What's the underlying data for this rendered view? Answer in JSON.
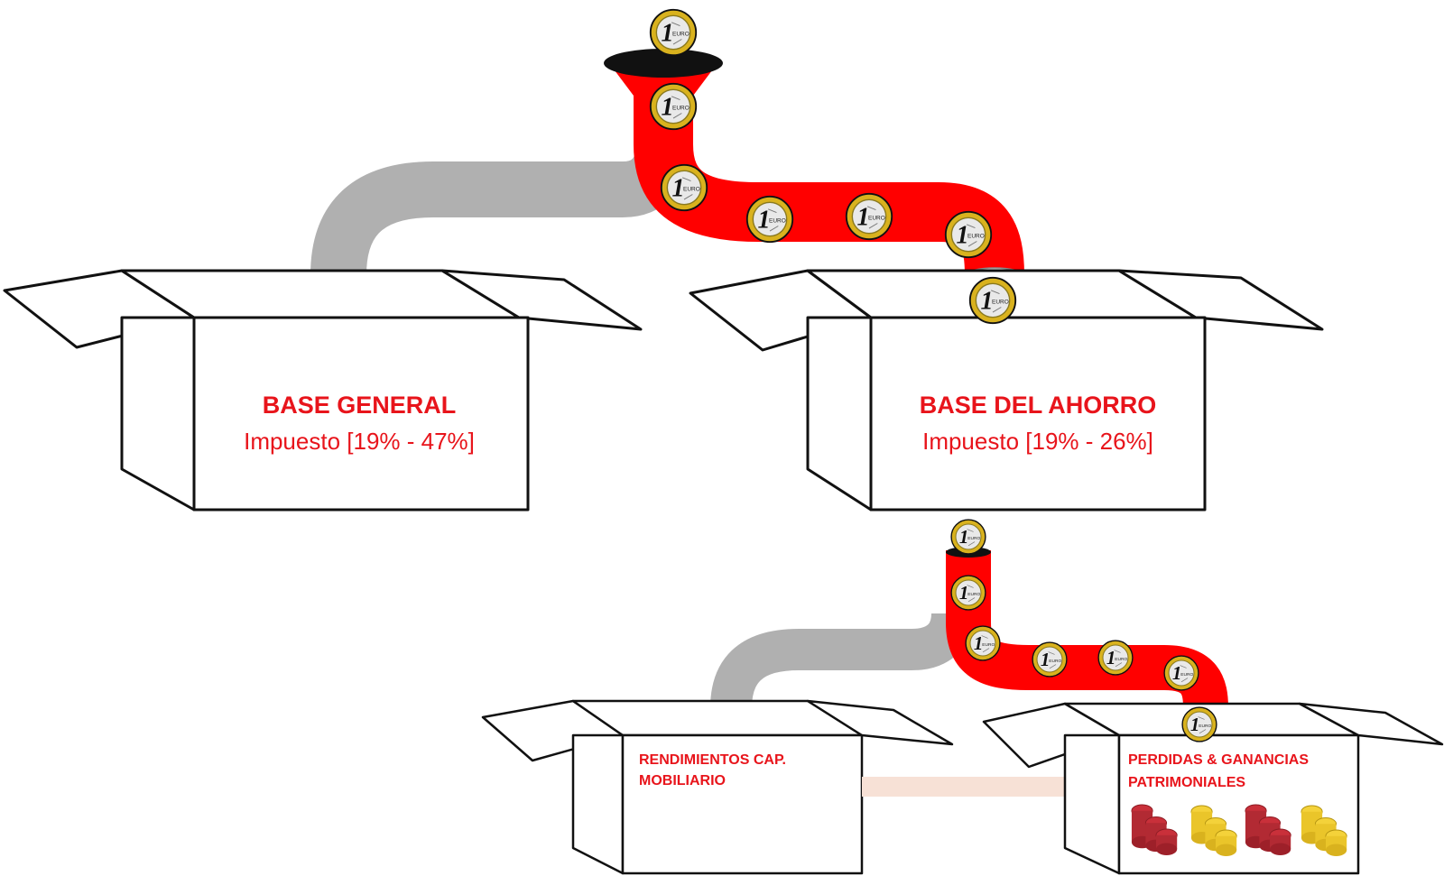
{
  "colors": {
    "accent_red": "#e8141b",
    "pipe_red": "#ff0000",
    "pipe_grey": "#b0b0b0",
    "coin_gold": "#d9b21e",
    "outline": "#111111"
  },
  "boxes": {
    "base_general": {
      "title": "BASE GENERAL",
      "subtitle": "Impuesto [19% - 47%]"
    },
    "base_ahorro": {
      "title": "BASE DEL AHORRO",
      "subtitle": "Impuesto [19% - 26%]"
    },
    "rendimientos": {
      "line1": "RENDIMIENTOS CAP.",
      "line2": "MOBILIARIO"
    },
    "perdidas": {
      "line1": "PERDIDAS & GANANCIAS",
      "line2": "PATRIMONIALES"
    }
  },
  "coin": {
    "numeral": "1",
    "word": "EURO"
  },
  "icons": {
    "coin": "euro-coin-icon",
    "funnel": "funnel-icon",
    "pipe": "pipe-icon",
    "box": "open-box-icon",
    "coin_stack_red": "coin-stack-red-icon",
    "coin_stack_yellow": "coin-stack-yellow-icon"
  }
}
